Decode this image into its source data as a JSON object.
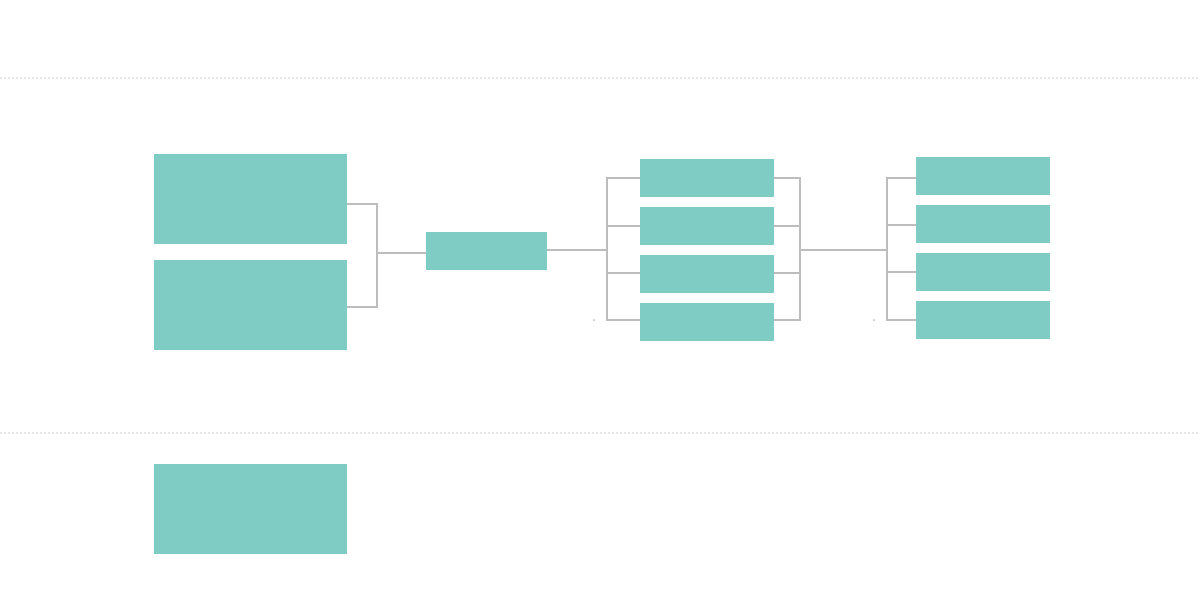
{
  "colors": {
    "box_fill": "#7ECCC4",
    "connector": "#BDBDBD",
    "divider": "#CFCFCF",
    "background": "#FFFFFF"
  },
  "diagram": {
    "type": "bracket-flow",
    "stages": [
      {
        "id": "inputs",
        "box_count": 2
      },
      {
        "id": "merge",
        "box_count": 1
      },
      {
        "id": "split-1",
        "box_count": 4
      },
      {
        "id": "split-2",
        "box_count": 4
      }
    ],
    "extra_below_divider": {
      "box_count": 1
    },
    "labels": []
  }
}
